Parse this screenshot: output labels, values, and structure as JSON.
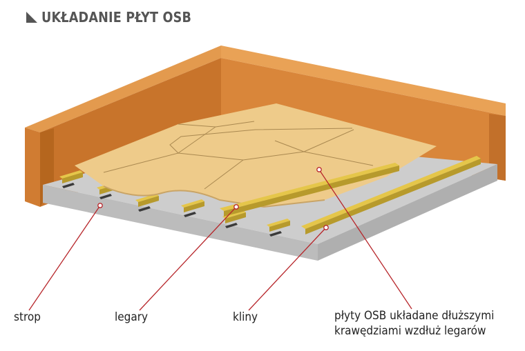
{
  "title": "UKŁADANIE PŁYT OSB",
  "labels": {
    "strop": "strop",
    "legary": "legary",
    "kliny": "kliny",
    "plyty_line1": "płyty OSB układane dłuższymi",
    "plyty_line2": "krawędziami wzdłuż legarów"
  },
  "colors": {
    "wall_light": "#D9863A",
    "wall_dark": "#B5661E",
    "wall_top": "#E39A4E",
    "slab_top": "#CDCDCD",
    "slab_side": "#B7B7B7",
    "osb": "#EECB8A",
    "joist": "#E5C64A",
    "leader_line": "#B7262B"
  }
}
